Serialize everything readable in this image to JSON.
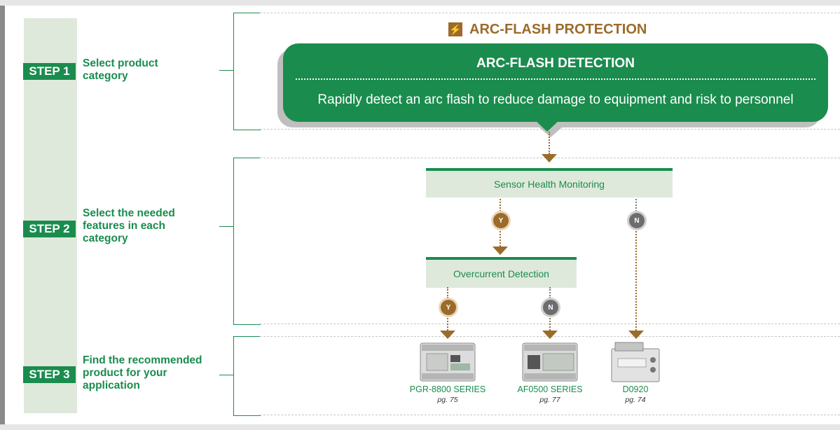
{
  "steps": [
    {
      "badge": "STEP 1",
      "text": "Select product category"
    },
    {
      "badge": "STEP 2",
      "text": "Select the needed features in each category"
    },
    {
      "badge": "STEP 3",
      "text": "Find the recommended product for your application"
    }
  ],
  "header": {
    "title": "ARC-FLASH PROTECTION",
    "icon": "lightning-bolt-icon"
  },
  "category": {
    "title": "ARC-FLASH DETECTION",
    "subtitle": "Rapidly detect an arc flash to reduce damage to equipment and risk to personnel"
  },
  "features": [
    {
      "label": "Sensor Health Monitoring"
    },
    {
      "label": "Overcurrent Detection"
    }
  ],
  "choices": {
    "yes": "Y",
    "no": "N"
  },
  "products": [
    {
      "name": "PGR-8800 SERIES",
      "page": "pg. 75"
    },
    {
      "name": "AF0500 SERIES",
      "page": "pg. 77"
    },
    {
      "name": "D0920",
      "page": "pg. 74"
    }
  ],
  "colors": {
    "green": "#1a8c4e",
    "brown": "#9b6b2a",
    "gray": "#6d6d6d"
  }
}
